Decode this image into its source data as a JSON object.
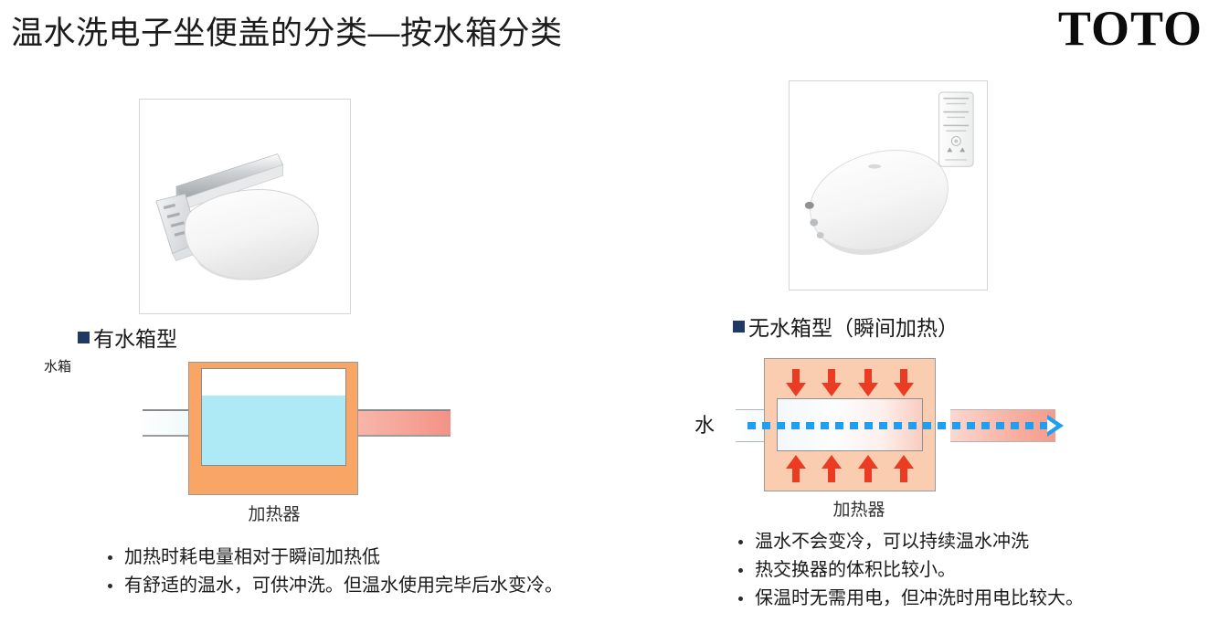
{
  "slide": {
    "title": "温水洗电子坐便盖的分类—按水箱分类",
    "brand_logo": "TOTO",
    "accent_bullet_color": "#1f3864",
    "heater_fill_color": "#f8a565",
    "water_fill_color": "#aeeaf5",
    "arrow_color": "#ec3b23",
    "flow_color": "#1e9ff2"
  },
  "left": {
    "heading": "有水箱型",
    "photo_alt": "有水箱型电子坐便盖产品照片",
    "diagram": {
      "tank_label": "水箱",
      "heater_caption": "加热器",
      "inlet_label": "",
      "inlet_description": "冷水进水管",
      "outlet_description": "温水出水管"
    },
    "bullets": [
      "加热时耗电量相对于瞬间加热低",
      "有舒适的温水，可供冲洗。但温水使用完毕后水变冷。"
    ]
  },
  "right": {
    "heading": "无水箱型（瞬间加热）",
    "photo_alt": "无水箱型电子坐便盖产品照片及遥控器",
    "diagram": {
      "inlet_label": "水",
      "heater_caption": "加热器",
      "top_arrow_count": 4,
      "bottom_arrow_count": 4,
      "exchanger_description": "瞬间加热热交换器"
    },
    "bullets": [
      "温水不会变冷，可以持续温水冲洗",
      "热交换器的体积比较小。",
      "保温时无需用电，但冲洗时用电比较大。"
    ]
  }
}
